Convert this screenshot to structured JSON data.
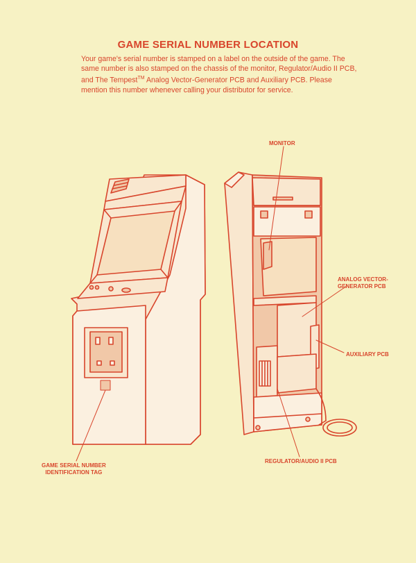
{
  "document": {
    "title": "GAME SERIAL NUMBER LOCATION",
    "intro_part1": "Your game's serial number is stamped on a label on the outside of the game. The same number is also stamped on the chassis of the monitor, Regulator/Audio II PCB, and The Tempest",
    "intro_tm": "TM",
    "intro_part2": " Analog Vector-Generator PCB and Auxiliary PCB. Please mention this number whenever calling your distributor for service."
  },
  "labels": {
    "monitor": "MONITOR",
    "analog_line1": "ANALOG VECTOR-",
    "analog_line2": "GENERATOR PCB",
    "auxiliary": "AUXILIARY PCB",
    "regulator": "REGULATOR/AUDIO II PCB",
    "serial_line1": "GAME SERIAL NUMBER",
    "serial_line2": "IDENTIFICATION TAG"
  },
  "colors": {
    "ink": "#d8452c",
    "paper": "#f7f2c4",
    "panel": "#f9e7cf",
    "shade": "#f1c8a8"
  }
}
